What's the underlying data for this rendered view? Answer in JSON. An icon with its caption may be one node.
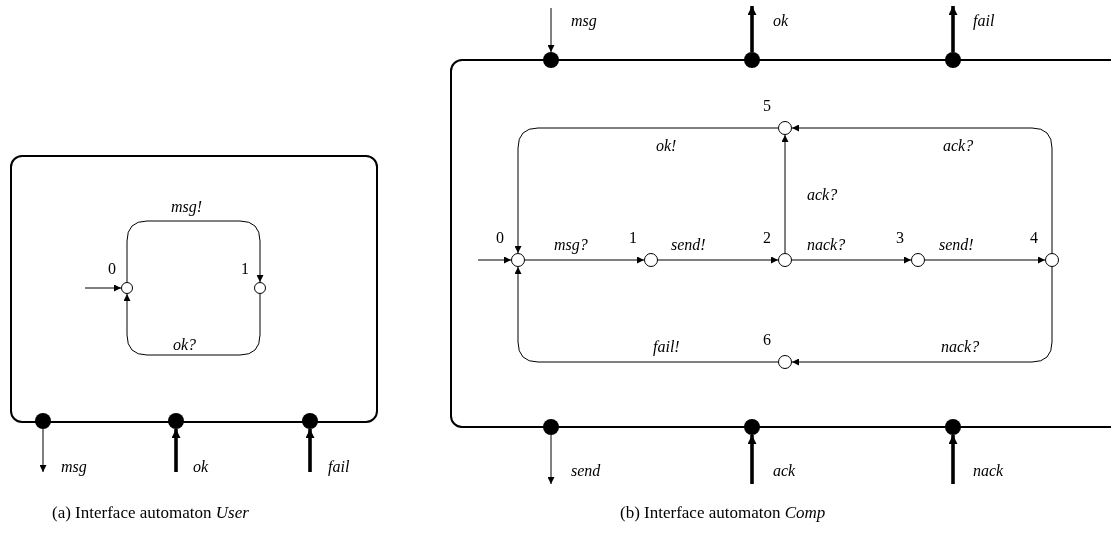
{
  "diagram": {
    "nodes": [
      {
        "text": [],
        "shape": "box"
      },
      {
        "text": [
          "0"
        ],
        "in": 0
      },
      {
        "text": [
          "1"
        ],
        "in": 0
      },
      {
        "text": [],
        "shape": "circle"
      },
      {
        "text": [],
        "shape": "circle"
      },
      {
        "text": [],
        "shape": "circle"
      },
      {
        "text": [],
        "shape": "box"
      },
      {
        "text": [
          "0"
        ],
        "in": 6
      },
      {
        "text": [
          "1"
        ],
        "in": 6
      },
      {
        "text": [
          "2"
        ],
        "in": 6
      },
      {
        "text": [
          "3"
        ],
        "in": 6
      },
      {
        "text": [
          "4"
        ],
        "in": 6
      },
      {
        "text": [
          "5"
        ],
        "in": 6
      },
      {
        "text": [
          "6"
        ],
        "in": 6
      },
      {
        "text": [],
        "shape": "circle"
      },
      {
        "text": [],
        "shape": "circle"
      },
      {
        "text": [],
        "shape": "circle"
      },
      {
        "text": [],
        "shape": "circle"
      },
      {
        "text": [],
        "shape": "circle"
      },
      {
        "text": [],
        "shape": "circle"
      }
    ],
    "edges": [
      {
        "from": null,
        "to": 1,
        "arrow": "to"
      },
      {
        "from": 1,
        "to": 2,
        "arrow": "to",
        "label": "msg!"
      },
      {
        "from": 2,
        "to": 1,
        "arrow": "to",
        "label": "ok?"
      },
      {
        "from": 3,
        "to": null,
        "arrow": "to",
        "label": "msg"
      },
      {
        "from": null,
        "to": 4,
        "arrow": "to",
        "label": "ok",
        "style": "thick"
      },
      {
        "from": null,
        "to": 5,
        "arrow": "to",
        "label": "fail",
        "style": "thick"
      },
      {
        "from": null,
        "to": 7,
        "arrow": "to"
      },
      {
        "from": 7,
        "to": 8,
        "arrow": "to",
        "label": "msg?"
      },
      {
        "from": 8,
        "to": 9,
        "arrow": "to",
        "label": "send!"
      },
      {
        "from": 9,
        "to": 10,
        "arrow": "to",
        "label": "nack?"
      },
      {
        "from": 10,
        "to": 11,
        "arrow": "to",
        "label": "send!"
      },
      {
        "from": 9,
        "to": 12,
        "arrow": "to",
        "label": "ack?"
      },
      {
        "from": 11,
        "to": 12,
        "arrow": "to",
        "label": "ack?"
      },
      {
        "from": 12,
        "to": 7,
        "arrow": "to",
        "label": "ok!"
      },
      {
        "from": 11,
        "to": 13,
        "arrow": "to",
        "label": "nack?"
      },
      {
        "from": 13,
        "to": 7,
        "arrow": "to",
        "label": "fail!"
      },
      {
        "from": null,
        "to": 14,
        "arrow": "to",
        "label": "msg"
      },
      {
        "from": 15,
        "to": null,
        "arrow": "to",
        "label": "ok",
        "style": "thick"
      },
      {
        "from": 16,
        "to": null,
        "arrow": "to",
        "label": "fail",
        "style": "thick"
      },
      {
        "from": 17,
        "to": null,
        "arrow": "to",
        "label": "send"
      },
      {
        "from": null,
        "to": 18,
        "arrow": "to",
        "label": "ack",
        "style": "thick"
      },
      {
        "from": null,
        "to": 19,
        "arrow": "to",
        "label": "nack",
        "style": "thick"
      }
    ],
    "labels": [
      "(a) Interface automaton *User*",
      "(b) Interface automaton *Comp*"
    ]
  }
}
